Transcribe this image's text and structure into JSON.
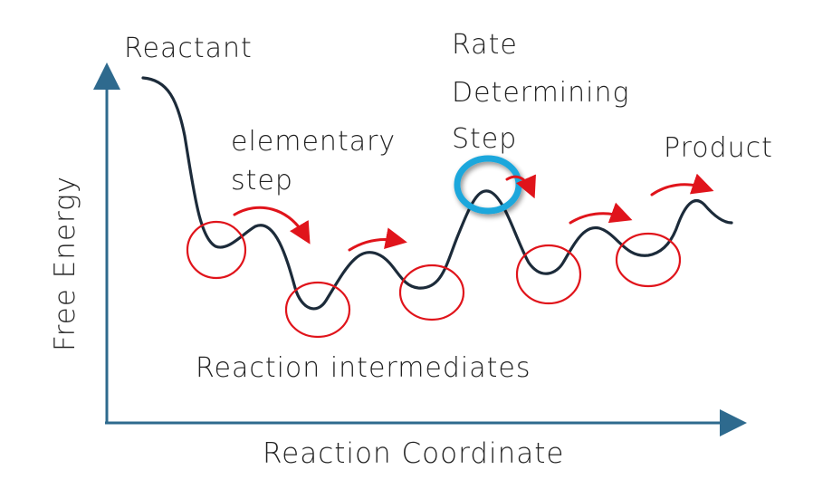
{
  "labels": {
    "reactant": "Reactant",
    "elementary_step_line1": "elementary",
    "elementary_step_line2": "step",
    "rate_line1": "Rate",
    "rate_line2": "Determining",
    "rate_line3": "Step",
    "product": "Product",
    "intermediates": "Reaction intermediates",
    "x_axis": "Reaction Coordinate",
    "y_axis": "Free Energy"
  },
  "colors": {
    "axis": "#2e6a8e",
    "curve": "#1c2b3a",
    "intermediate_circle": "#e0141b",
    "arrow": "#e0141b",
    "rate_determining_circle": "#1aa7dc",
    "text": "#222222"
  }
}
